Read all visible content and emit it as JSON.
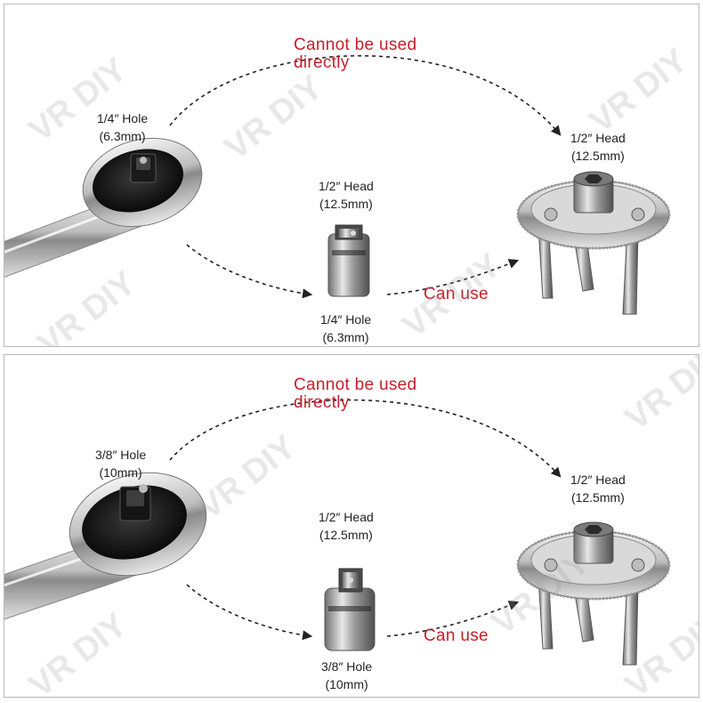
{
  "watermark": "VR DIY",
  "colors": {
    "warning_red": "#c8202b",
    "arrow": "#222222",
    "border": "#b9b9b9"
  },
  "panels": [
    {
      "driver_label": {
        "line1": "1/4″ Hole",
        "line2": "(6.3mm)"
      },
      "cannot_label": {
        "line1": "Cannot be used",
        "line2": "directly"
      },
      "wrench_label": {
        "line1": "1/2″ Head",
        "line2": "(12.5mm)"
      },
      "adapter_top_label": {
        "line1": "1/2″ Head",
        "line2": "(12.5mm)"
      },
      "adapter_bottom_label": {
        "line1": "1/4″ Hole",
        "line2": "(6.3mm)"
      },
      "can_use_label": "Can use"
    },
    {
      "driver_label": {
        "line1": "3/8″ Hole",
        "line2": "(10mm)"
      },
      "cannot_label": {
        "line1": "Cannot be used",
        "line2": "directly"
      },
      "wrench_label": {
        "line1": "1/2″ Head",
        "line2": "(12.5mm)"
      },
      "adapter_top_label": {
        "line1": "1/2″ Head",
        "line2": "(12.5mm)"
      },
      "adapter_bottom_label": {
        "line1": "3/8″ Hole",
        "line2": "(10mm)"
      },
      "can_use_label": "Can use"
    }
  ]
}
